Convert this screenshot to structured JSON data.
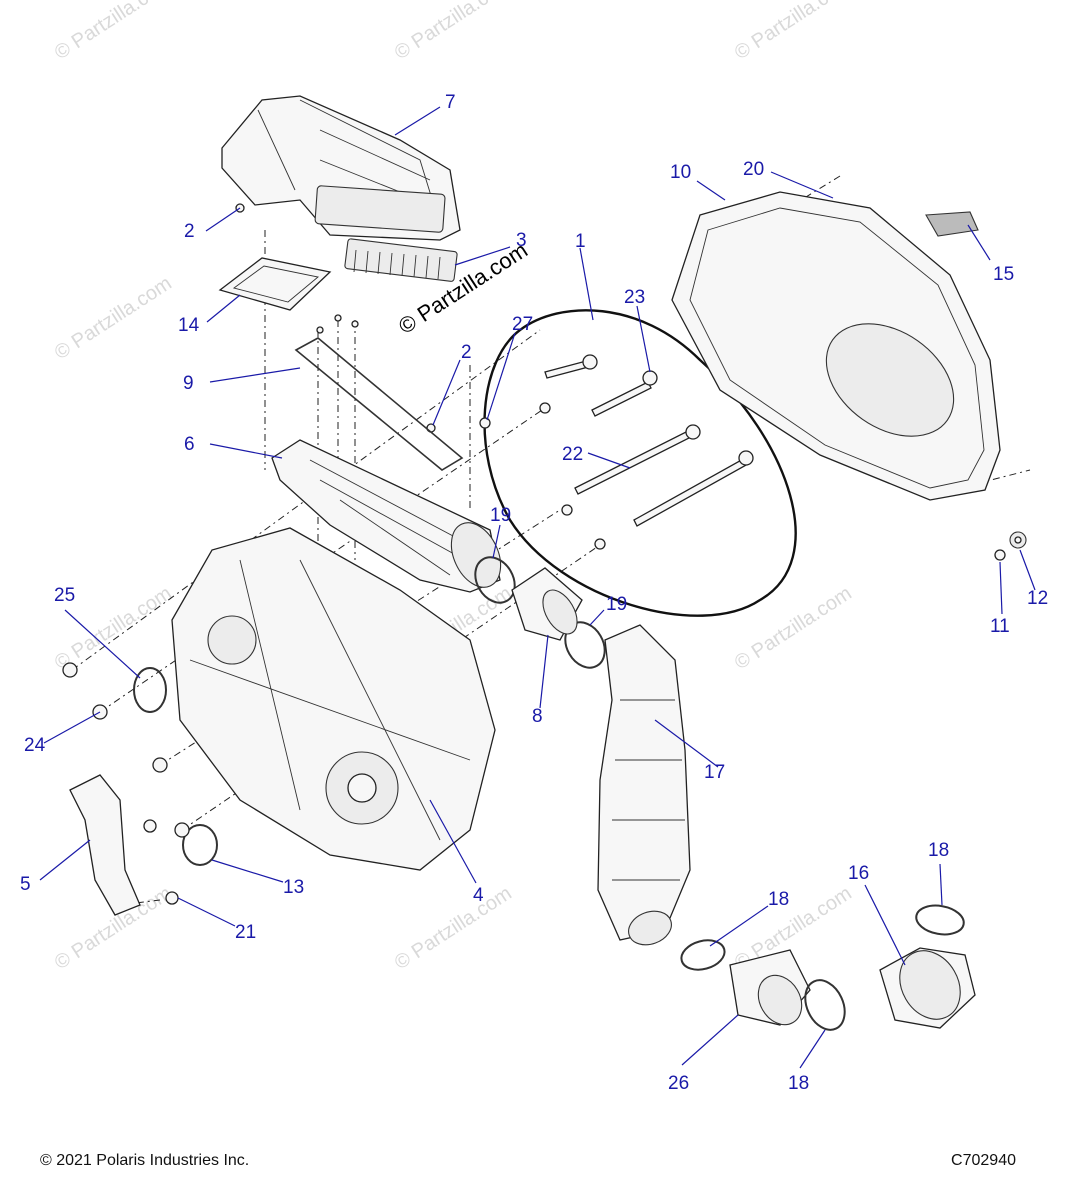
{
  "watermark_logo": "© Partzilla.com",
  "callouts": {
    "c1": "1",
    "c2a": "2",
    "c2b": "2",
    "c3": "3",
    "c4": "4",
    "c5": "5",
    "c6": "6",
    "c7": "7",
    "c8": "8",
    "c9": "9",
    "c10": "10",
    "c11": "11",
    "c12": "12",
    "c13": "13",
    "c14": "14",
    "c15": "15",
    "c16": "16",
    "c17": "17",
    "c18a": "18",
    "c18b": "18",
    "c18c": "18",
    "c19a": "19",
    "c19b": "19",
    "c20": "20",
    "c21": "21",
    "c22": "22",
    "c23": "23",
    "c24": "24",
    "c25": "25",
    "c26": "26",
    "c27": "27"
  },
  "footer": {
    "copyright": "© 2021 Polaris Industries Inc.",
    "diagram_code": "C702940"
  },
  "colors": {
    "callout": "#1a1aa8",
    "line": "#222222",
    "watermark": "#d9d9d9"
  }
}
